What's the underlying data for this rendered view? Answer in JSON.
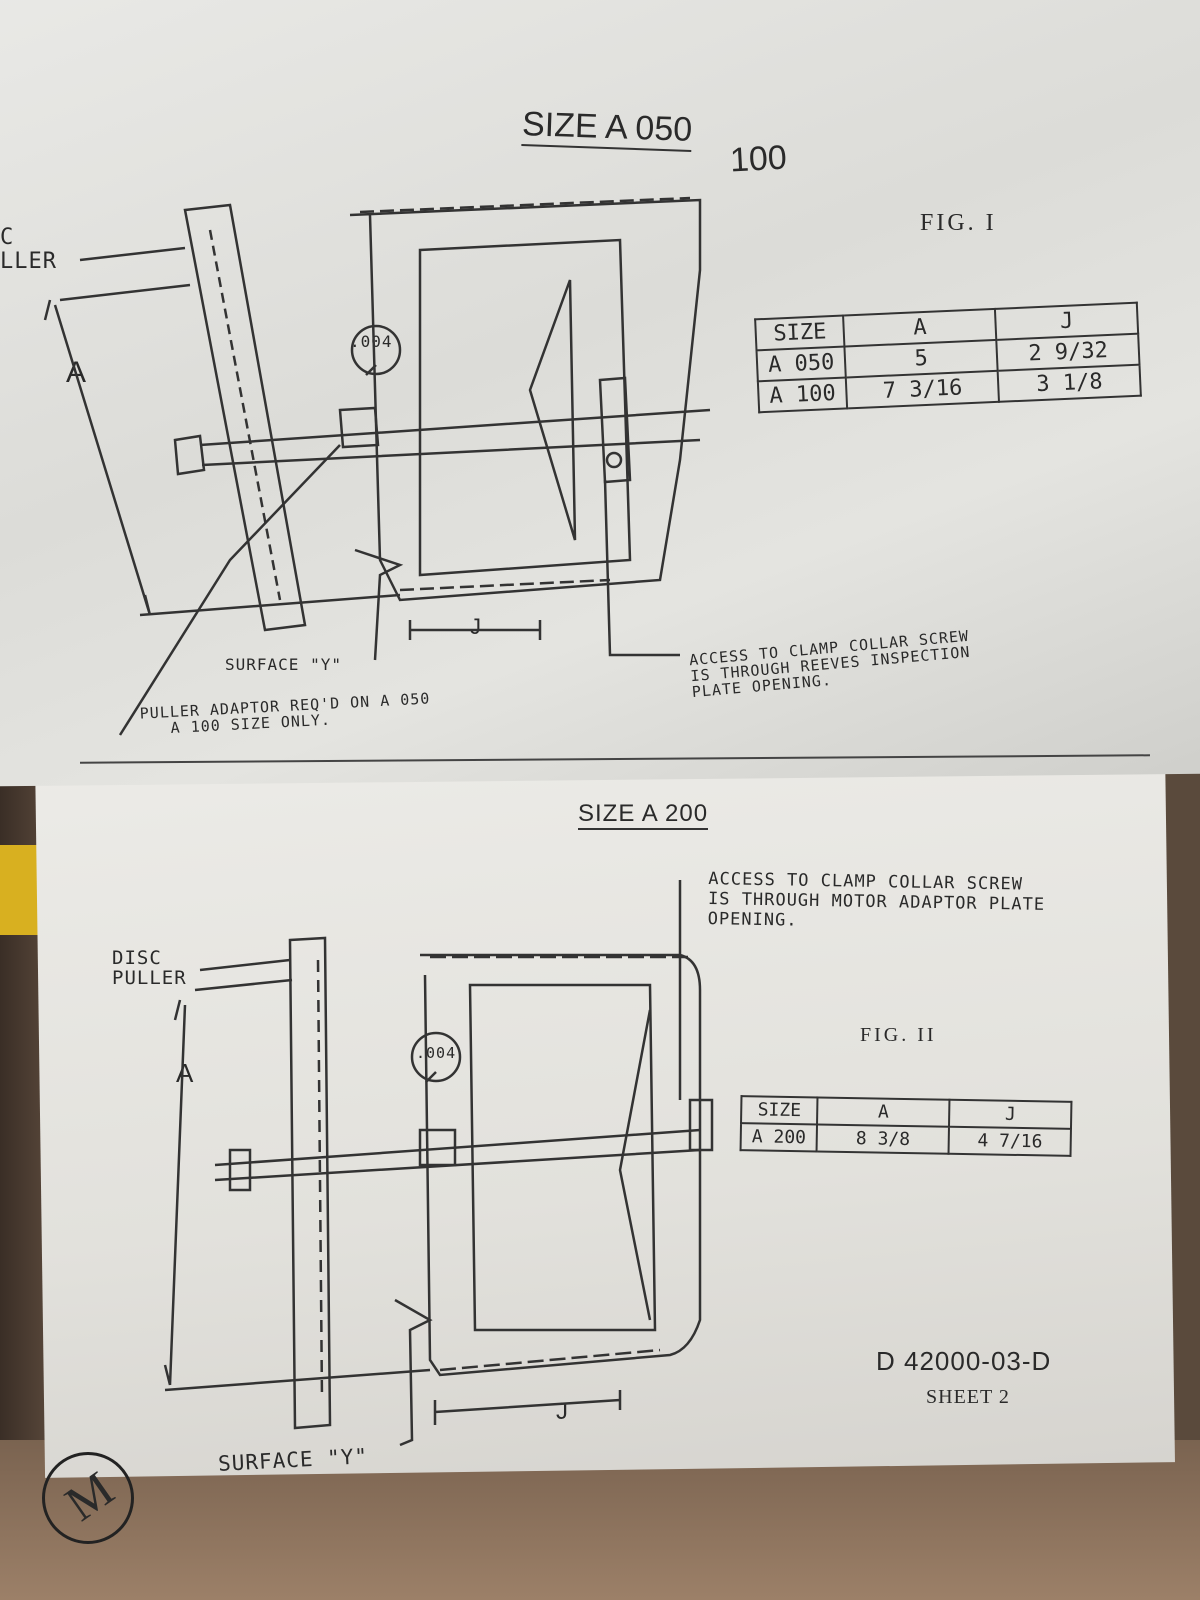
{
  "fig1": {
    "title_a": "SIZE A 050",
    "title_b": "100",
    "fig_label": "FIG. I",
    "disc_puller_label": "C\nLLER",
    "dim_a": "A",
    "dim_j": "J",
    "gauge": ".004",
    "surface_label": "SURFACE \"Y\"",
    "adaptor_note": "PULLER ADAPTOR REQ'D ON A 050\n   A 100 SIZE ONLY.",
    "access_note": "ACCESS TO CLAMP COLLAR SCREW\nIS THROUGH REEVES INSPECTION\nPLATE OPENING.",
    "table": {
      "headers": [
        "SIZE",
        "A",
        "J"
      ],
      "rows": [
        [
          "A 050",
          "5",
          "2 9/32"
        ],
        [
          "A 100",
          "7 3/16",
          "3 1/8"
        ]
      ]
    }
  },
  "fig2": {
    "title": "SIZE A 200",
    "fig_label": "FIG. II",
    "disc_puller_label": "DISC\nPULLER",
    "dim_a": "A",
    "dim_j": "J",
    "gauge": ".004",
    "surface_label": "SURFACE \"Y\"",
    "access_note": "ACCESS TO CLAMP COLLAR SCREW\nIS THROUGH MOTOR ADAPTOR PLATE\nOPENING.",
    "table": {
      "headers": [
        "SIZE",
        "A",
        "J"
      ],
      "rows": [
        [
          "A 200",
          "8 3/8",
          "4 7/16"
        ]
      ]
    },
    "drawing_number": "D 42000-03-D",
    "sheet": "SHEET 2",
    "stamp": "M"
  }
}
